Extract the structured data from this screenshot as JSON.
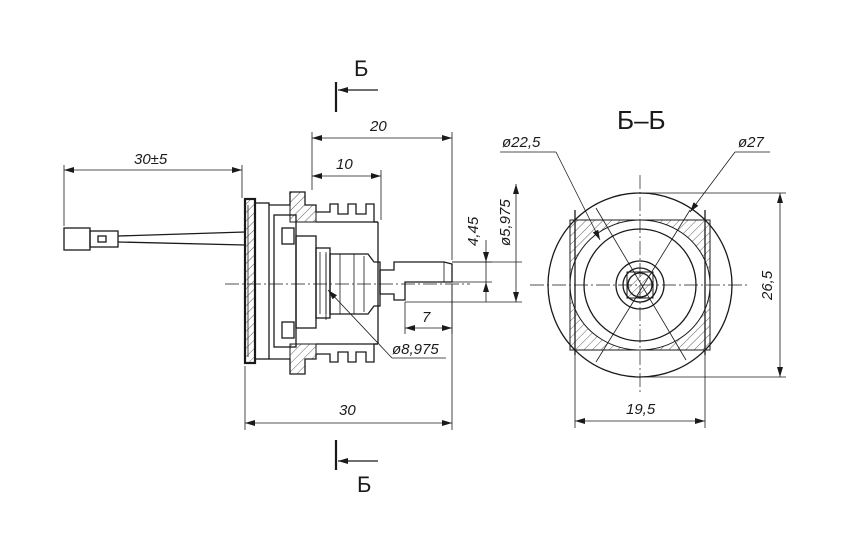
{
  "section_marks": {
    "letter_top": "Б",
    "letter_bottom": "Б"
  },
  "section_view": {
    "title": "Б–Б",
    "dim_outer_diameter": "ø27",
    "dim_inner_diameter": "ø22,5",
    "dim_height": "26,5",
    "dim_width": "19,5"
  },
  "side_view": {
    "dim_cable_length": "30±5",
    "dim_overall_length": "30",
    "dim_housing_length": "20",
    "dim_sleeve_length": "10",
    "dim_flat_height": "4,45",
    "dim_shaft_diameter": "ø5,975",
    "dim_shaft_length": "7",
    "dim_collar_diameter": "ø8,975"
  }
}
